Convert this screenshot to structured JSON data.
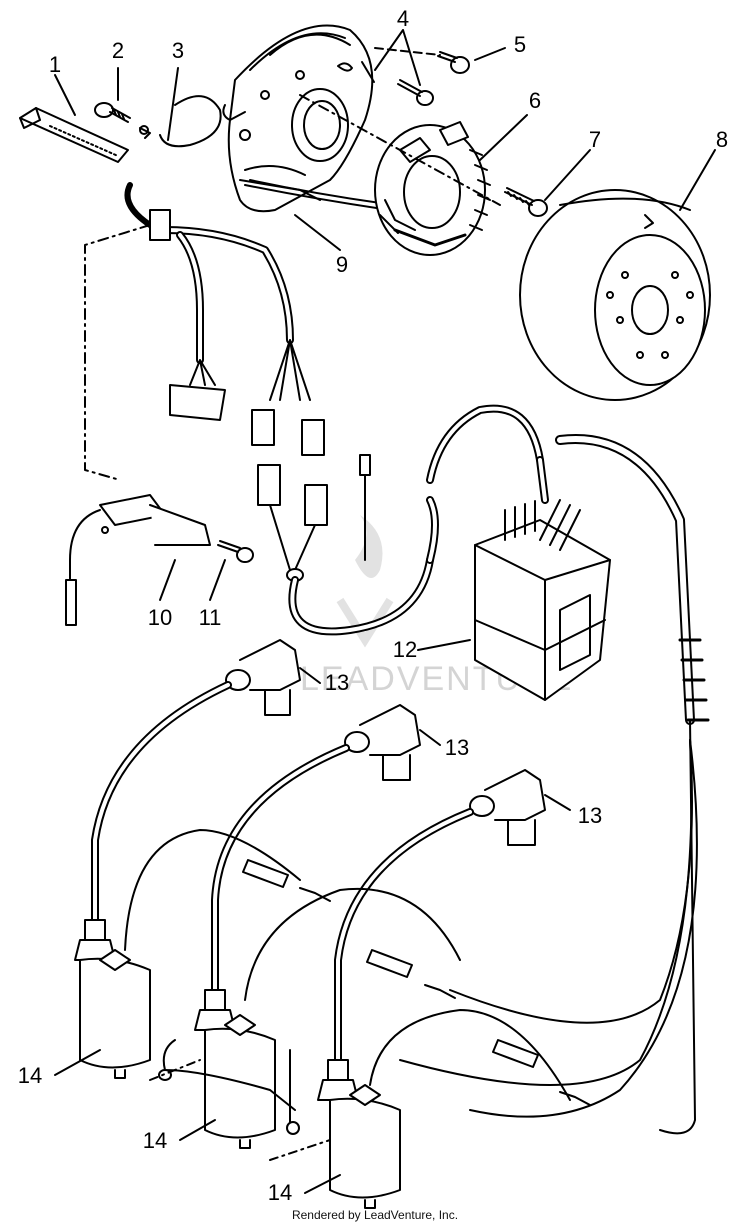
{
  "watermark": "LEADVENTURE",
  "footer": "Rendered by LeadVenture, Inc.",
  "callouts": [
    {
      "id": "c1",
      "label": "1"
    },
    {
      "id": "c2",
      "label": "2"
    },
    {
      "id": "c3",
      "label": "3"
    },
    {
      "id": "c4",
      "label": "4"
    },
    {
      "id": "c5",
      "label": "5"
    },
    {
      "id": "c6",
      "label": "6"
    },
    {
      "id": "c7",
      "label": "7"
    },
    {
      "id": "c8",
      "label": "8"
    },
    {
      "id": "c9",
      "label": "9"
    },
    {
      "id": "c10",
      "label": "10"
    },
    {
      "id": "c11",
      "label": "11"
    },
    {
      "id": "c12",
      "label": "12"
    },
    {
      "id": "c13a",
      "label": "13"
    },
    {
      "id": "c13b",
      "label": "13"
    },
    {
      "id": "c13c",
      "label": "13"
    },
    {
      "id": "c14a",
      "label": "14"
    },
    {
      "id": "c14b",
      "label": "14"
    },
    {
      "id": "c14c",
      "label": "14"
    }
  ]
}
